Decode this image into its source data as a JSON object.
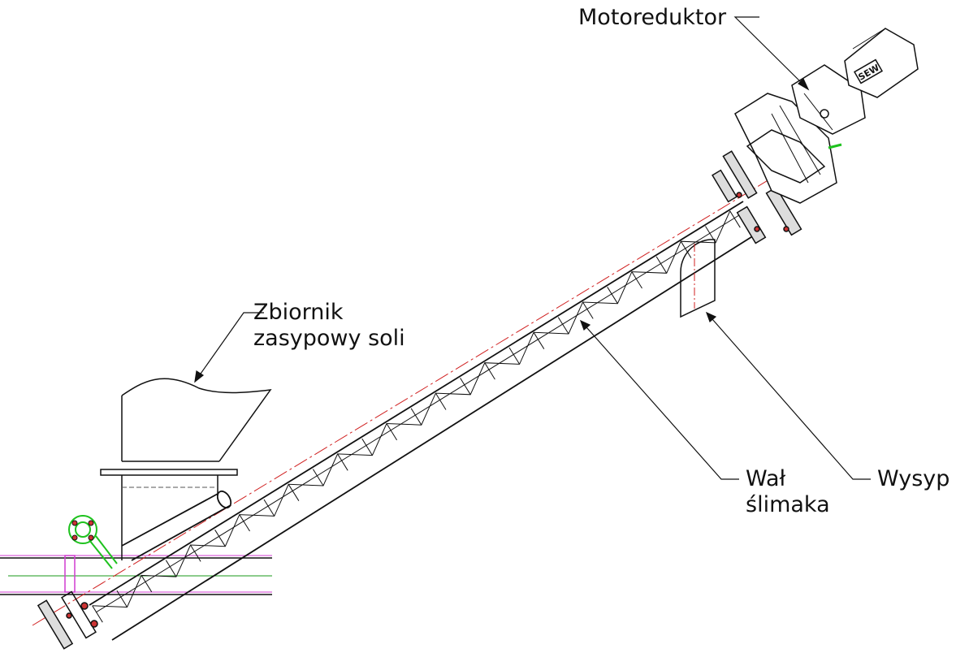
{
  "labels": {
    "motor": "Motoreduktor",
    "hopper_line1": "Zbiornik",
    "hopper_line2": "zasypowy soli",
    "shaft_line1": "Wał",
    "shaft_line2": "ślimaka",
    "outlet": "Wysyp"
  },
  "motor_brand": "SEW"
}
